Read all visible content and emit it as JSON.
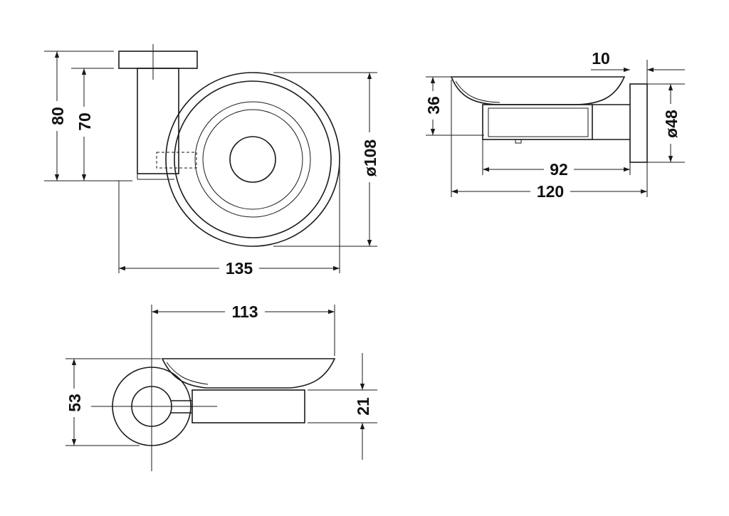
{
  "drawing": {
    "front_view": {
      "height_total": "80",
      "height_backplate": "70",
      "dish_diameter": "ø108",
      "overall_width": "135"
    },
    "side_view": {
      "rim_offset": "10",
      "dish_height": "36",
      "rosette_diameter": "ø48",
      "holder_depth": "92",
      "overall_depth": "120"
    },
    "top_view": {
      "dish_width": "113",
      "mount_height": "53",
      "holder_height": "21"
    }
  }
}
